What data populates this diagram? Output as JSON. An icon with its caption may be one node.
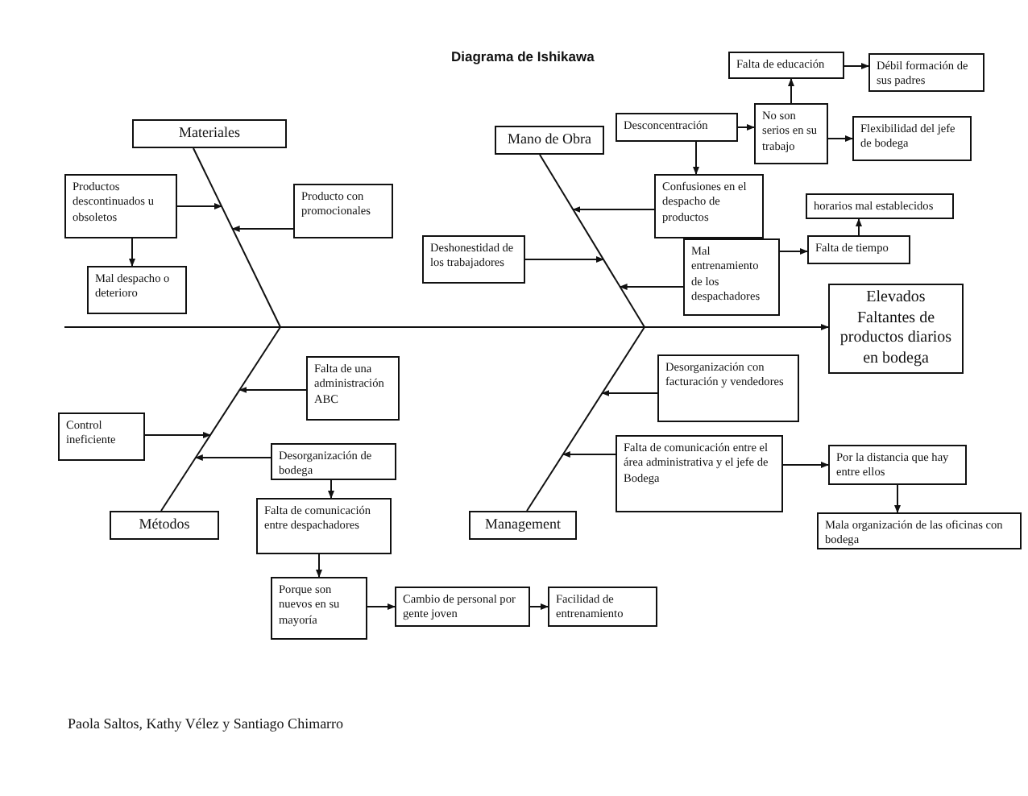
{
  "diagram": {
    "title": "Diagrama de Ishikawa",
    "nodes": [
      {
        "text": [
          "Materiales"
        ]
      },
      {
        "text": [
          "Productos descontinuados u obsoletos"
        ]
      },
      {
        "text": [
          "Producto con promocionales"
        ]
      },
      {
        "text": [
          "Mal despacho o deterioro"
        ]
      },
      {
        "text": [
          "Mano de Obra"
        ]
      },
      {
        "text": [
          "Desconcentración"
        ]
      },
      {
        "text": [
          "Falta de educación"
        ]
      },
      {
        "text": [
          "Débil formación de sus padres"
        ]
      },
      {
        "text": [
          "No son serios en su trabajo"
        ]
      },
      {
        "text": [
          "Flexibilidad del jefe de bodega"
        ]
      },
      {
        "text": [
          "Confusiones en el despacho de productos"
        ]
      },
      {
        "text": [
          "Deshonestidad de los trabajadores"
        ]
      },
      {
        "text": [
          "horarios mal establecidos"
        ]
      },
      {
        "text": [
          "Mal entrenamiento de los despachadores"
        ]
      },
      {
        "text": [
          "Falta de tiempo"
        ]
      },
      {
        "text": [
          "Elevados Faltantes de productos diarios en bodega"
        ]
      },
      {
        "text": [
          "Falta de una administración ABC"
        ]
      },
      {
        "text": [
          "Control ineficiente"
        ]
      },
      {
        "text": [
          "Desorganización de bodega"
        ]
      },
      {
        "text": [
          "Métodos"
        ]
      },
      {
        "text": [
          "Falta de comunicación entre despachadores"
        ]
      },
      {
        "text": [
          "Porque son nuevos en su mayoría"
        ]
      },
      {
        "text": [
          "Cambio de personal por gente joven"
        ]
      },
      {
        "text": [
          "Facilidad de entrenamiento"
        ]
      },
      {
        "text": [
          "Desorganización con facturación y vendedores"
        ]
      },
      {
        "text": [
          "Falta de comunicación entre el área administrativa y el jefe de Bodega"
        ]
      },
      {
        "text": [
          "Management"
        ]
      },
      {
        "text": [
          "Por la distancia que hay entre ellos"
        ]
      },
      {
        "text": [
          "Mala organización de las oficinas con bodega"
        ]
      }
    ],
    "edges": [
      {
        "from": null,
        "to": 15,
        "arrow": "to"
      },
      {
        "from": 0,
        "to": null,
        "arrow": "none"
      },
      {
        "from": 4,
        "to": null,
        "arrow": "none"
      },
      {
        "from": 19,
        "to": null,
        "arrow": "none"
      },
      {
        "from": 26,
        "to": null,
        "arrow": "none"
      },
      {
        "from": 1,
        "to": null,
        "arrow": "to"
      },
      {
        "from": 2,
        "to": null,
        "arrow": "to"
      },
      {
        "from": 1,
        "to": 3,
        "arrow": "to"
      },
      {
        "from": 5,
        "to": 8,
        "arrow": "to"
      },
      {
        "from": 5,
        "to": 10,
        "arrow": "to"
      },
      {
        "from": 8,
        "to": 6,
        "arrow": "to"
      },
      {
        "from": 6,
        "to": 7,
        "arrow": "to"
      },
      {
        "from": 8,
        "to": 9,
        "arrow": "to"
      },
      {
        "from": 10,
        "to": null,
        "arrow": "to"
      },
      {
        "from": 11,
        "to": null,
        "arrow": "to"
      },
      {
        "from": 13,
        "to": null,
        "arrow": "to"
      },
      {
        "from": 13,
        "to": 14,
        "arrow": "to"
      },
      {
        "from": 14,
        "to": 12,
        "arrow": "to"
      },
      {
        "from": 16,
        "to": null,
        "arrow": "to"
      },
      {
        "from": 17,
        "to": null,
        "arrow": "to"
      },
      {
        "from": 18,
        "to": null,
        "arrow": "to"
      },
      {
        "from": 18,
        "to": 20,
        "arrow": "to"
      },
      {
        "from": 20,
        "to": 21,
        "arrow": "to"
      },
      {
        "from": 21,
        "to": 22,
        "arrow": "to"
      },
      {
        "from": 22,
        "to": 23,
        "arrow": "to"
      },
      {
        "from": 24,
        "to": null,
        "arrow": "to"
      },
      {
        "from": 25,
        "to": null,
        "arrow": "to"
      },
      {
        "from": 25,
        "to": 27,
        "arrow": "to"
      },
      {
        "from": 27,
        "to": 28,
        "arrow": "to"
      }
    ],
    "labels": [
      "Paola Saltos, Kathy Vélez y Santiago Chimarro"
    ]
  }
}
